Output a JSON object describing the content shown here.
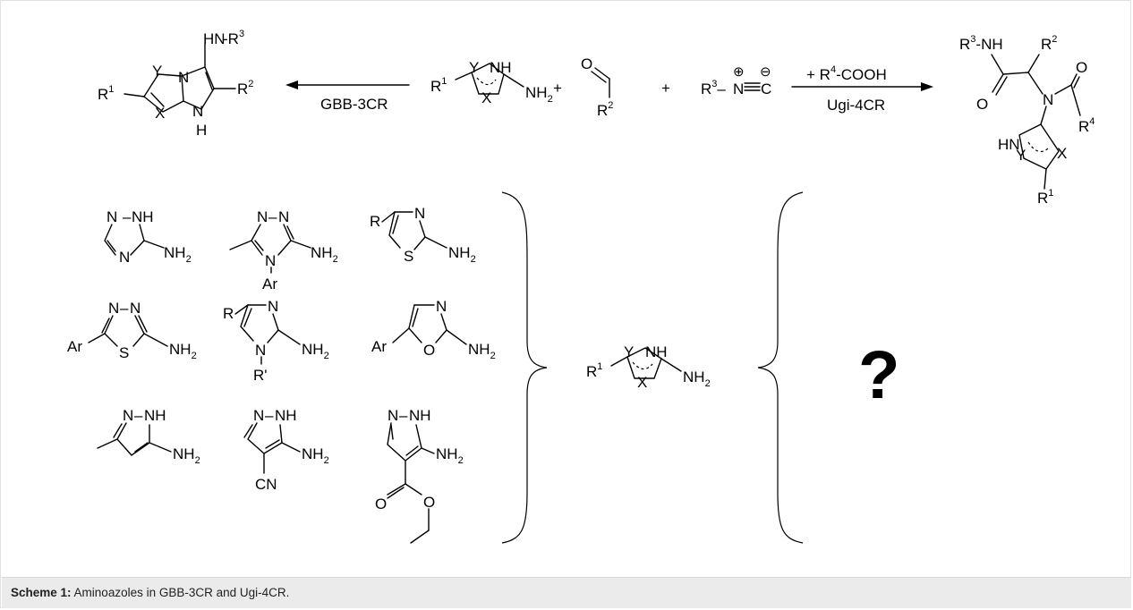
{
  "caption": {
    "label": "Scheme 1:",
    "text": " Aminoazoles in GBB-3CR and Ugi-4CR."
  },
  "arrows": {
    "gbb_label": "GBB-3CR",
    "ugi_reagent": "+ R4-COOH",
    "ugi_label": "Ugi-4CR"
  },
  "plus": "+",
  "question": "?",
  "atoms": {
    "N": "N",
    "NH": "NH",
    "H": "H",
    "HN": "HN",
    "NH2": "NH2",
    "X": "X",
    "Y": "Y",
    "O": "O",
    "S": "S",
    "C": "C",
    "Ar": "Ar",
    "R": "R",
    "R1": "R1",
    "R2": "R2",
    "R3": "R3",
    "R4": "R4",
    "Rp": "R'",
    "CN": "CN",
    "oplus": "⊕",
    "ominus": "⊖"
  },
  "colors": {
    "text": "#000000",
    "caption_bg": "#ebebeb",
    "frame": "#e1e1e1"
  }
}
